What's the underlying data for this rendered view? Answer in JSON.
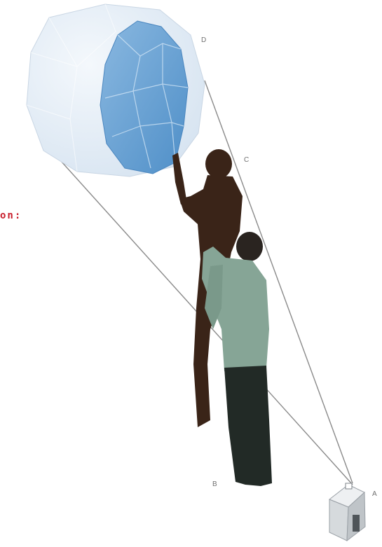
{
  "fragment_text": "on:",
  "labels": {
    "d": "D",
    "c": "C",
    "b": "B",
    "a": "A"
  },
  "colors": {
    "globe_outer": "#dde8f3",
    "globe_inner": "#6fa5d4",
    "line": "#8a8a8a",
    "figure_back": "#3a2418",
    "figure_front_shirt": "#86a596",
    "figure_front_pants": "#222a26",
    "projector": "#d9dde0",
    "fragment_text": "#c81e2c"
  }
}
